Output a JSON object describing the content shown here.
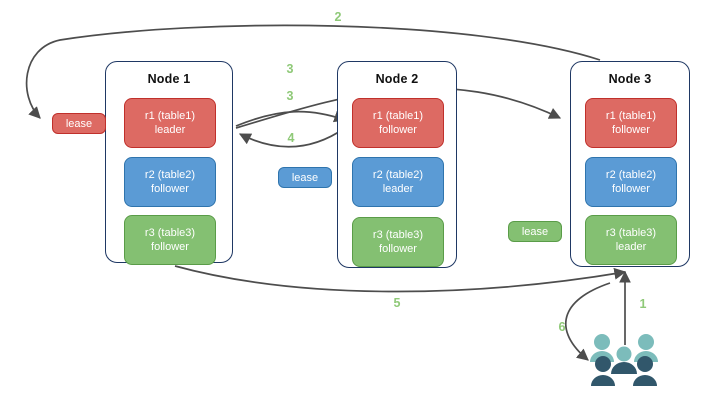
{
  "diagram": {
    "title": "raft-lease-replication-diagram",
    "colors": {
      "red_fill": "#dd6a63",
      "red_border": "#c0302b",
      "blue_fill": "#5b9bd5",
      "blue_border": "#2f74ad",
      "green_fill": "#84c072",
      "green_border": "#5a9c48",
      "node_border": "#1f3864",
      "edge": "#4d4d4d",
      "step_label": "#8fc978",
      "users_light": "#7cbcbb",
      "users_dark": "#31576b"
    }
  },
  "nodes": [
    {
      "title": "Node 1",
      "replicas": [
        {
          "name": "r1 (table1)",
          "role": "leader",
          "color": "red"
        },
        {
          "name": "r2 (table2)",
          "role": "follower",
          "color": "blue"
        },
        {
          "name": "r3 (table3)",
          "role": "follower",
          "color": "green"
        }
      ]
    },
    {
      "title": "Node 2",
      "replicas": [
        {
          "name": "r1 (table1)",
          "role": "follower",
          "color": "red"
        },
        {
          "name": "r2 (table2)",
          "role": "leader",
          "color": "blue"
        },
        {
          "name": "r3 (table3)",
          "role": "follower",
          "color": "green"
        }
      ]
    },
    {
      "title": "Node 3",
      "replicas": [
        {
          "name": "r1 (table1)",
          "role": "follower",
          "color": "red"
        },
        {
          "name": "r2 (table2)",
          "role": "follower",
          "color": "blue"
        },
        {
          "name": "r3 (table3)",
          "role": "leader",
          "color": "green"
        }
      ]
    }
  ],
  "leases": [
    {
      "label": "lease",
      "color": "red"
    },
    {
      "label": "lease",
      "color": "blue"
    },
    {
      "label": "lease",
      "color": "green"
    }
  ],
  "steps": [
    {
      "label": "1"
    },
    {
      "label": "2"
    },
    {
      "label": "3"
    },
    {
      "label": "3"
    },
    {
      "label": "4"
    },
    {
      "label": "5"
    },
    {
      "label": "6"
    }
  ],
  "actors": {
    "users_label": "users-group-icon"
  }
}
